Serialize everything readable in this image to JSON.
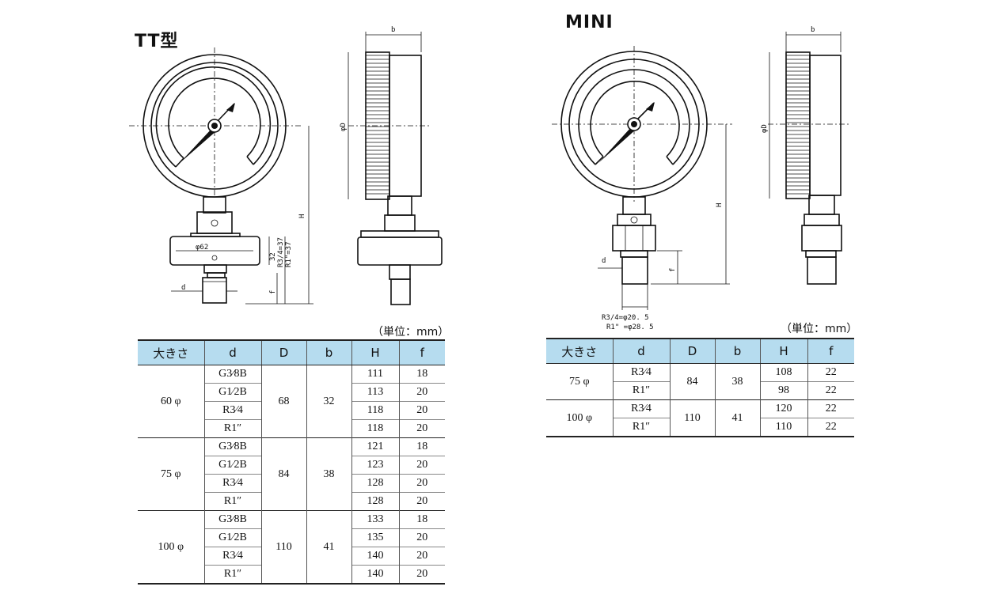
{
  "tt": {
    "title": "TT型",
    "unit_label": "（単位：mm）",
    "columns": [
      "大きさ",
      "d",
      "D",
      "b",
      "H",
      "f"
    ],
    "groups": [
      {
        "size": "60 φ",
        "D": "68",
        "b": "32",
        "rows": [
          {
            "d": "G3⁄8B",
            "H": "111",
            "f": "18"
          },
          {
            "d": "G1⁄2B",
            "H": "113",
            "f": "20"
          },
          {
            "d": "R3⁄4",
            "H": "118",
            "f": "20"
          },
          {
            "d": "R1″",
            "H": "118",
            "f": "20"
          }
        ]
      },
      {
        "size": "75 φ",
        "D": "84",
        "b": "38",
        "rows": [
          {
            "d": "G3⁄8B",
            "H": "121",
            "f": "18"
          },
          {
            "d": "G1⁄2B",
            "H": "123",
            "f": "20"
          },
          {
            "d": "R3⁄4",
            "H": "128",
            "f": "20"
          },
          {
            "d": "R1″",
            "H": "128",
            "f": "20"
          }
        ]
      },
      {
        "size": "100 φ",
        "D": "110",
        "b": "41",
        "rows": [
          {
            "d": "G3⁄8B",
            "H": "133",
            "f": "18"
          },
          {
            "d": "G1⁄2B",
            "H": "135",
            "f": "20"
          },
          {
            "d": "R3⁄4",
            "H": "140",
            "f": "20"
          },
          {
            "d": "R1″",
            "H": "140",
            "f": "20"
          }
        ]
      }
    ],
    "drawing_labels": {
      "b": "b",
      "phiD": "φD",
      "H": "H",
      "d": "d",
      "f": "f",
      "phi62": "φ62",
      "dim32": "32",
      "r34": "R3/4=37",
      "r1": "R1\"=37"
    }
  },
  "mini": {
    "title": "MINI",
    "unit_label": "（単位：mm）",
    "columns": [
      "大きさ",
      "d",
      "D",
      "b",
      "H",
      "f"
    ],
    "groups": [
      {
        "size": "75 φ",
        "D": "84",
        "b": "38",
        "rows": [
          {
            "d": "R3⁄4",
            "H": "108",
            "f": "22"
          },
          {
            "d": "R1″",
            "H": "98",
            "f": "22"
          }
        ]
      },
      {
        "size": "100 φ",
        "D": "110",
        "b": "41",
        "rows": [
          {
            "d": "R3⁄4",
            "H": "120",
            "f": "22"
          },
          {
            "d": "R1″",
            "H": "110",
            "f": "22"
          }
        ]
      }
    ],
    "drawing_labels": {
      "b": "b",
      "phiD": "φD",
      "H": "H",
      "d": "d",
      "f": "f",
      "r34": "R3/4=φ20. 5",
      "r1": "R1\" =φ28. 5"
    }
  }
}
